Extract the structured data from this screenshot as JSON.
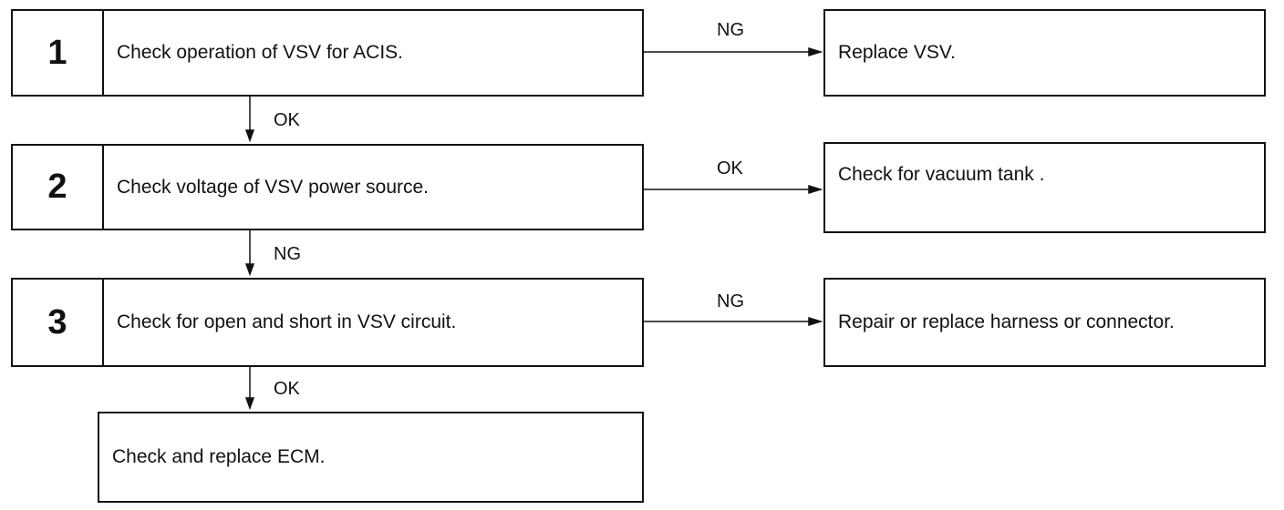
{
  "steps": [
    {
      "number": "1",
      "text": "Check operation of VSV for ACIS."
    },
    {
      "number": "2",
      "text": "Check voltage of VSV power source."
    },
    {
      "number": "3",
      "text": "Check for open and short in VSV circuit."
    }
  ],
  "final": {
    "text": "Check and replace ECM."
  },
  "branches": [
    {
      "label": "NG",
      "result": "Replace VSV."
    },
    {
      "label": "OK",
      "result": "Check for vacuum tank ."
    },
    {
      "label": "NG",
      "result": "Repair or replace harness or connector."
    }
  ],
  "down_labels": [
    "OK",
    "NG",
    "OK"
  ]
}
